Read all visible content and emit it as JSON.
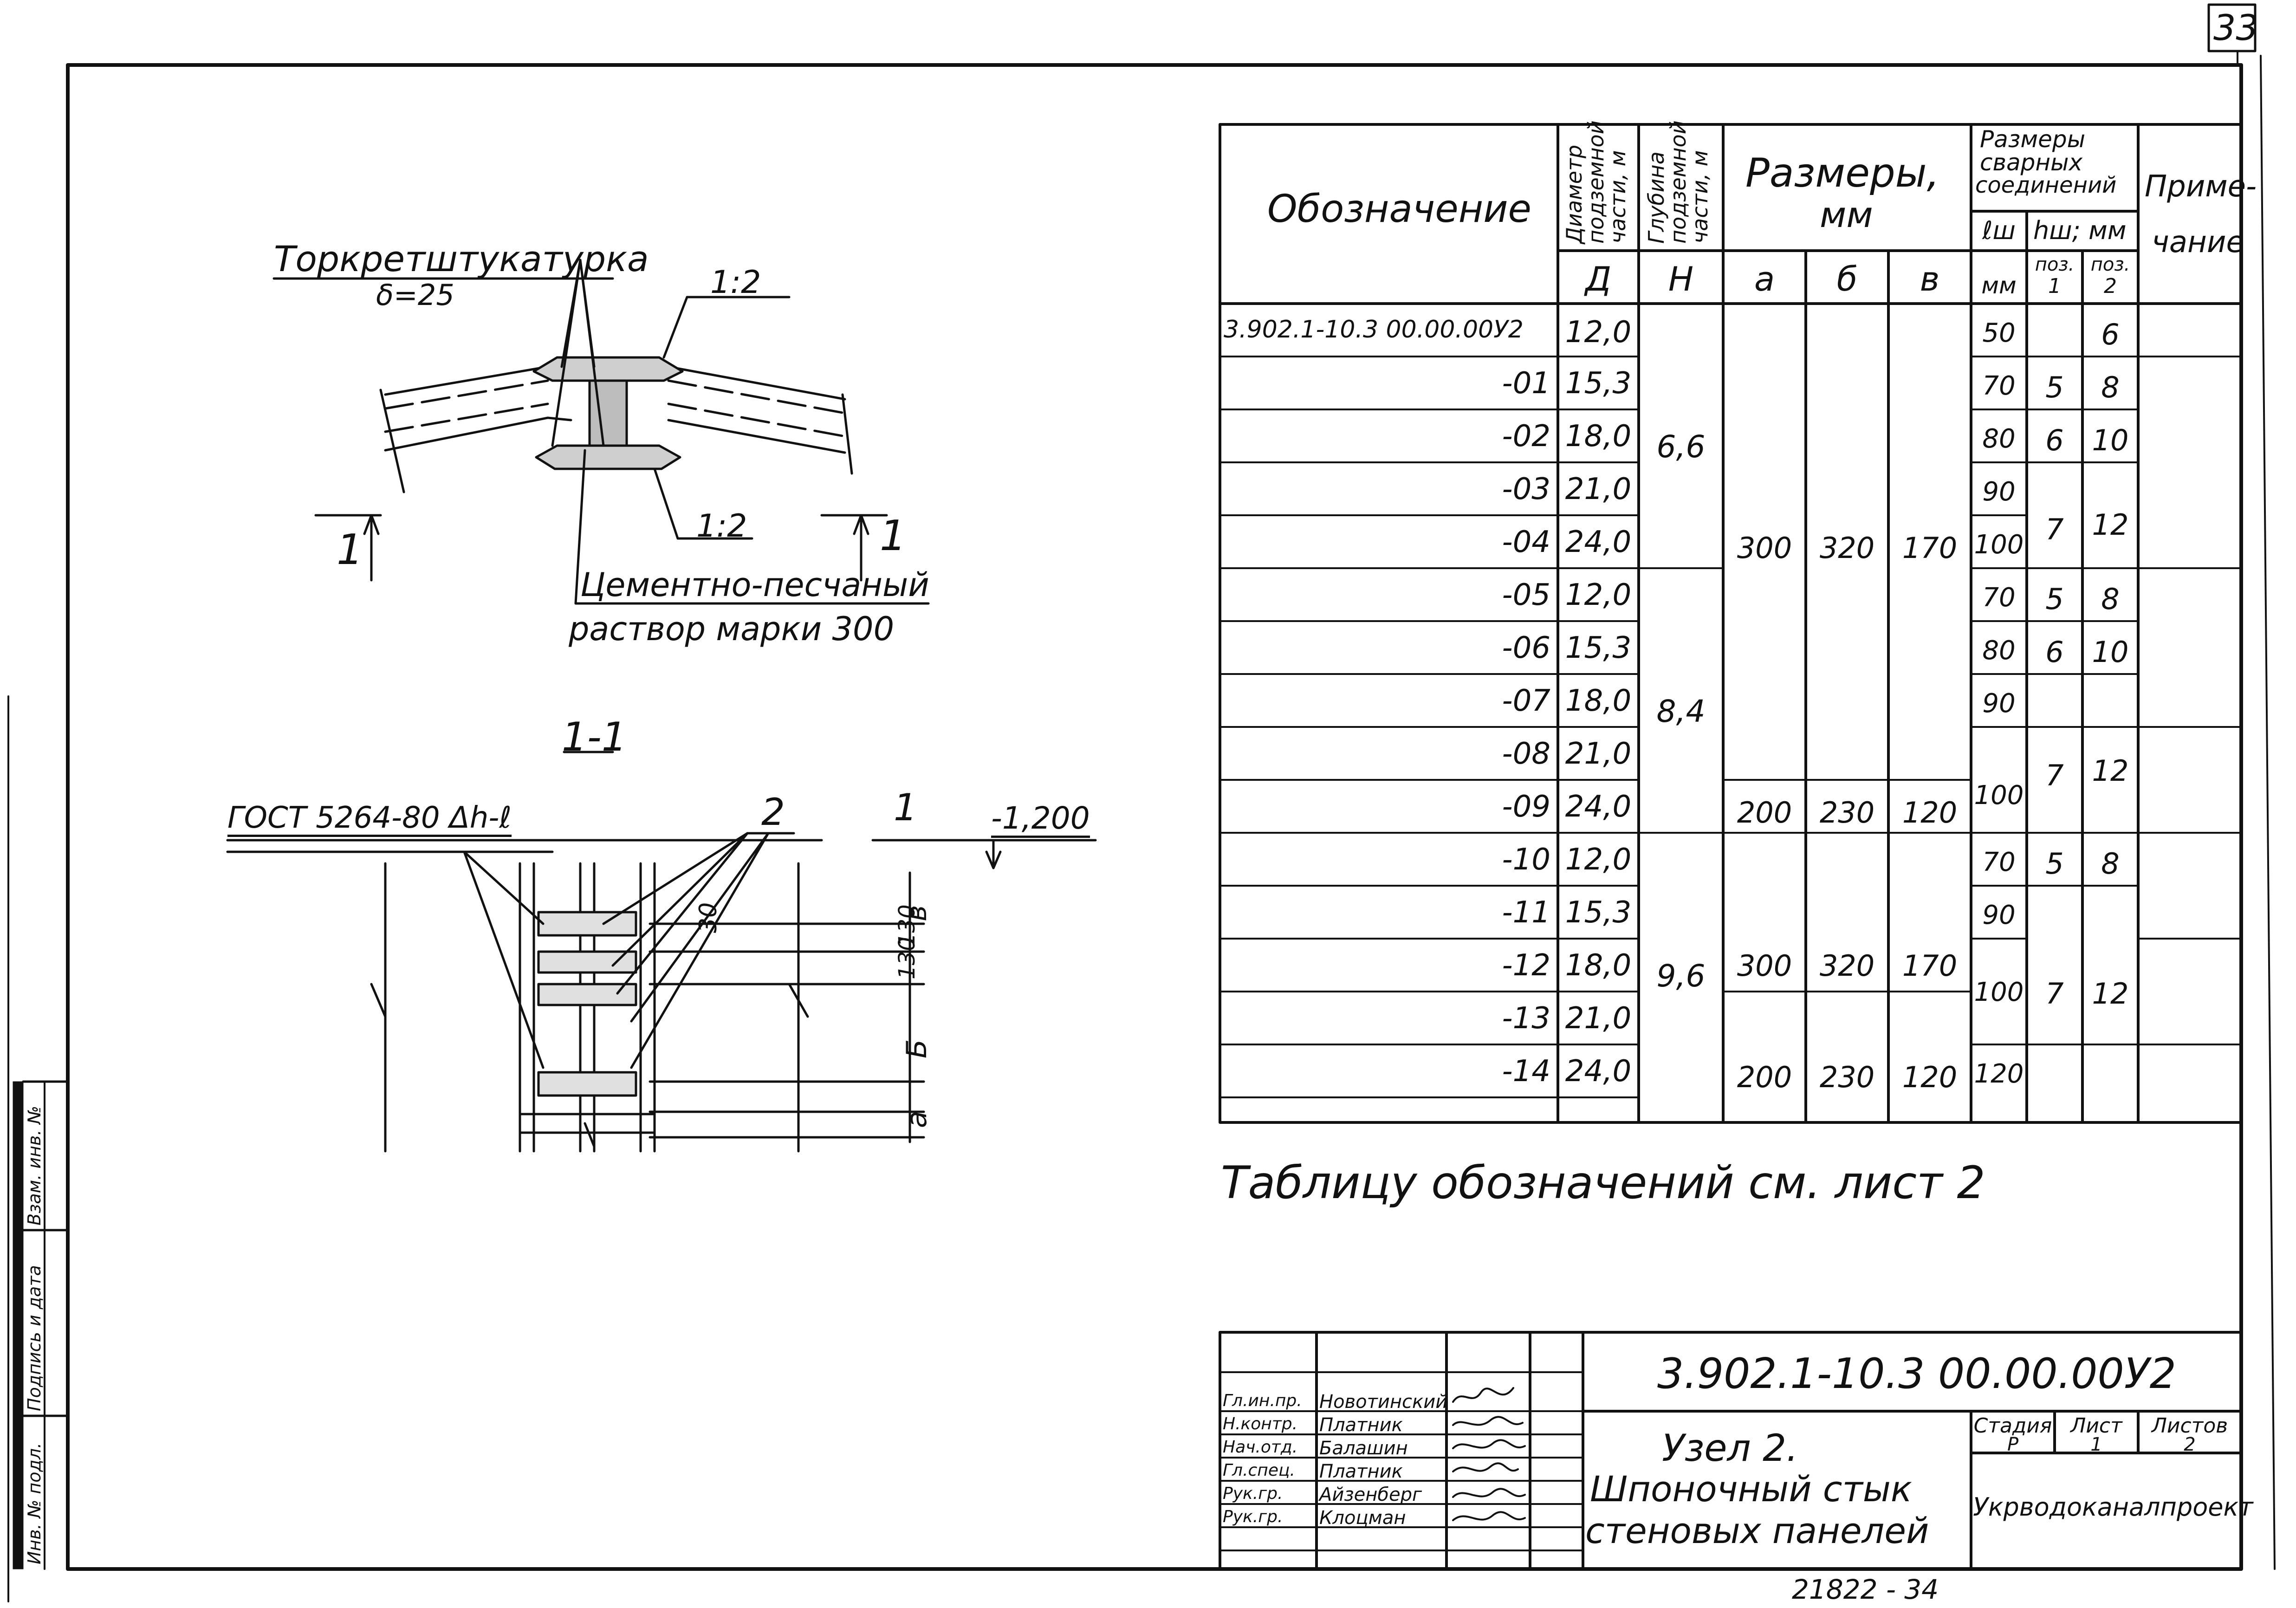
{
  "sheet": {
    "page_number": "33",
    "bottom_note": "21822 - 34"
  },
  "drawing": {
    "plan": {
      "note_shotcrete": "Торкретштукатурка",
      "note_thickness": "δ=25",
      "slope_top": "1:2",
      "slope_bottom": "1:2",
      "section_mark_left": "1",
      "section_mark_right": "1",
      "note_mortar_line1": "Цементно-песчаный",
      "note_mortar_line2": "раствор марки 300"
    },
    "section": {
      "title": "1-1",
      "gost_note": "ГОСТ 5264-80 Δh-ℓ",
      "callout_2": "2",
      "callout_1": "1",
      "level": "-1,200",
      "dim_30": "30",
      "dim_b": "в",
      "dim_130a": "130",
      "dim_130b": "130",
      "dim_B": "Б",
      "dim_a": "a"
    }
  },
  "table": {
    "headers": {
      "designation": "Обозначение",
      "diameter": [
        "Диаметр",
        "подземной",
        "части, м"
      ],
      "depth": [
        "Глубина",
        "подземной",
        "части, м"
      ],
      "sizes": [
        "Размеры,",
        "мм"
      ],
      "weld": [
        "Размеры",
        "сварных",
        "соединений"
      ],
      "note": [
        "Приме-",
        "чание"
      ],
      "D": "Д",
      "H": "Н",
      "a": "а",
      "b": "б",
      "v": "в",
      "lw": "ℓш",
      "hw": "hш; мм",
      "mm": "мм",
      "pos1": [
        "поз.",
        "1"
      ],
      "pos2": [
        "поз.",
        "2"
      ]
    },
    "rows": [
      {
        "code": "3.902.1-10.3 00.00.00У2",
        "D": "12,0"
      },
      {
        "code": "-01",
        "D": "15,3"
      },
      {
        "code": "-02",
        "D": "18,0"
      },
      {
        "code": "-03",
        "D": "21,0"
      },
      {
        "code": "-04",
        "D": "24,0"
      },
      {
        "code": "-05",
        "D": "12,0"
      },
      {
        "code": "-06",
        "D": "15,3"
      },
      {
        "code": "-07",
        "D": "18,0"
      },
      {
        "code": "-08",
        "D": "21,0"
      },
      {
        "code": "-09",
        "D": "24,0"
      },
      {
        "code": "-10",
        "D": "12,0"
      },
      {
        "code": "-11",
        "D": "15,3"
      },
      {
        "code": "-12",
        "D": "18,0"
      },
      {
        "code": "-13",
        "D": "21,0"
      },
      {
        "code": "-14",
        "D": "24,0"
      }
    ],
    "H_values": [
      "6,6",
      "8,4",
      "9,6"
    ],
    "abv_values": [
      {
        "a": "300",
        "b": "320",
        "v": "170"
      },
      {
        "a": "200",
        "b": "230",
        "v": "120"
      },
      {
        "a": "300",
        "b": "320",
        "v": "170"
      },
      {
        "a": "200",
        "b": "230",
        "v": "120"
      }
    ],
    "lw_values": [
      "50",
      "70",
      "80",
      "90",
      "100",
      "70",
      "80",
      "90",
      "100",
      "70",
      "90",
      "100",
      "120"
    ],
    "pos1_values": [
      "5",
      "6",
      "7",
      "5",
      "6",
      "7",
      "5",
      "7"
    ],
    "pos2_values": [
      "6",
      "8",
      "10",
      "12",
      "8",
      "10",
      "12",
      "8",
      "12"
    ]
  },
  "table_note": "Таблицу обозначений см. лист 2",
  "title_block": {
    "doc_code": "3.902.1-10.3 00.00.00У2",
    "roles": [
      "Гл.ин.пр.",
      "Н.контр.",
      "Нач.отд.",
      "Гл.спец.",
      "Рук.гр.",
      "Рук.гр."
    ],
    "names": [
      "Новотинский",
      "Платник",
      "Балашин",
      "Платник",
      "Айзенберг",
      "Клоцман"
    ],
    "title_line1": "Узел 2.",
    "title_line2": "Шпоночный стык",
    "title_line3": "стеновых панелей",
    "stage_label": "Стадия",
    "sheet_label": "Лист",
    "sheets_label": "Листов",
    "stage": "Р",
    "sheet": "1",
    "sheets": "2",
    "organization": "Укрводоканалпроект"
  },
  "left_strip": {
    "inv_no": "Инв. № подл.",
    "sign_date": "Подпись и дата",
    "replaced_inv": "Взам. инв. №"
  }
}
